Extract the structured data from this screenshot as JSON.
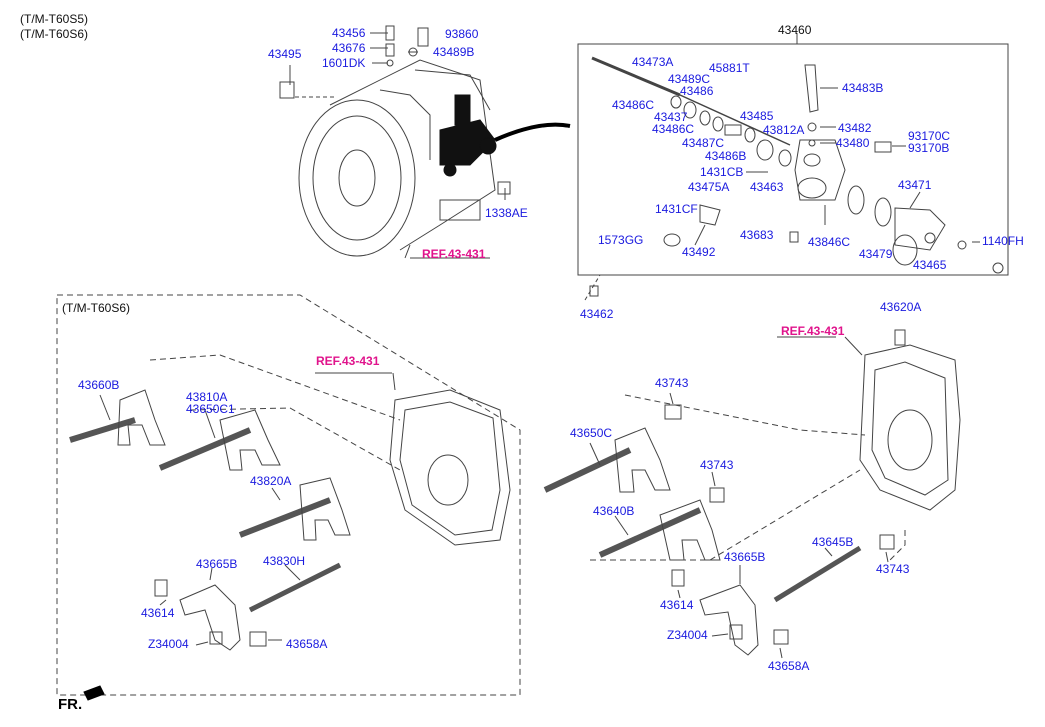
{
  "colors": {
    "part_number": "#1a1adf",
    "reference": "#e0148c",
    "line": "#444444"
  },
  "header": {
    "line1": "(T/M-T60S5)",
    "line2": "(T/M-T60S6)"
  },
  "boxes": {
    "assembly_label": "43460",
    "lower_left_label": "(T/M-T60S6)"
  },
  "references": [
    "REF.43-431",
    "REF.43-431",
    "REF.43-431"
  ],
  "orientation": {
    "label": "FR."
  },
  "parts": {
    "p43456": "43456",
    "p43676": "43676",
    "p1601dk": "1601DK",
    "p93860": "93860",
    "p43489b": "43489B",
    "p43495": "43495",
    "p1338ae": "1338AE",
    "p43473a": "43473A",
    "p43489c": "43489C",
    "p43486": "43486",
    "p43486c_a": "43486C",
    "p43437": "43437",
    "p43486c_b": "43486C",
    "p45881t": "45881T",
    "p43485": "43485",
    "p43487c": "43487C",
    "p43486b": "43486B",
    "p43812a": "43812A",
    "p43483b": "43483B",
    "p43482": "43482",
    "p43480": "43480",
    "p93170c": "93170C",
    "p93170b": "93170B",
    "p1431cb": "1431CB",
    "p43475a": "43475A",
    "p43463": "43463",
    "p43471": "43471",
    "p1431cf": "1431CF",
    "p1573gg": "1573GG",
    "p43492": "43492",
    "p43683": "43683",
    "p43846c": "43846C",
    "p43479": "43479",
    "p43465": "43465",
    "p1140fh": "1140FH",
    "p43462": "43462",
    "p43620a": "43620A",
    "p43660b": "43660B",
    "p43810a": "43810A",
    "p43650c1": "43650C1",
    "p43820a": "43820A",
    "p43665b_l": "43665B",
    "p43830h": "43830H",
    "p43614_l": "43614",
    "pz34004_l": "Z34004",
    "p43658a_l": "43658A",
    "p43743_a": "43743",
    "p43650c": "43650C",
    "p43743_b": "43743",
    "p43640b": "43640B",
    "p43665b_r": "43665B",
    "p43645b": "43645B",
    "p43743_c": "43743",
    "p43614_r": "43614",
    "pz34004_r": "Z34004",
    "p43658a_r": "43658A"
  }
}
